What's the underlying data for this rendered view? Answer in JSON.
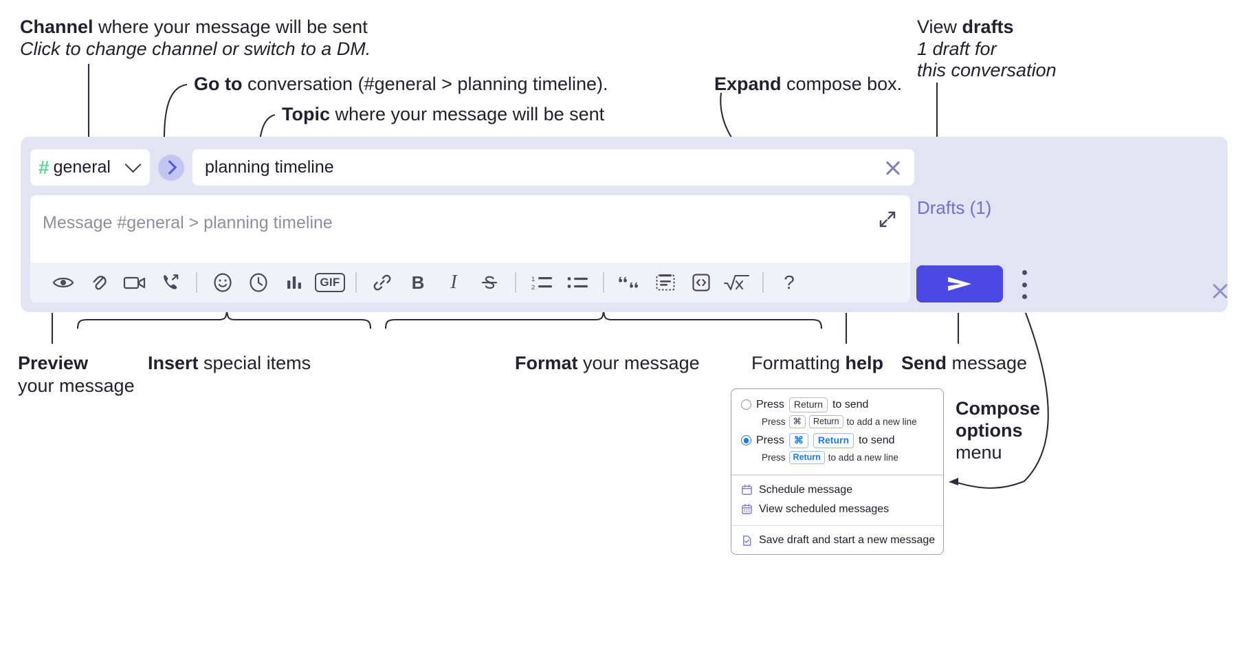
{
  "annotations": {
    "channel": {
      "bold": "Channel",
      "rest": " where your message will be sent",
      "italic": "Click to change channel or switch to a DM."
    },
    "goto": {
      "bold": "Go to",
      "rest": " conversation (#general > planning timeline)."
    },
    "topic": {
      "bold": "Topic",
      "rest": " where your message will be sent"
    },
    "expand": {
      "bold": "Expand",
      "rest": " compose box."
    },
    "drafts": {
      "bold_prefix": "View ",
      "bold": "drafts",
      "italic_l1": "1 draft for",
      "italic_l2": "this conversation"
    },
    "preview": {
      "bold": "Preview",
      "line2": "your message"
    },
    "insert": {
      "bold": "Insert",
      "rest": " special items"
    },
    "format": {
      "bold": "Format",
      "rest": " your message"
    },
    "help": {
      "prefix": "Formatting ",
      "bold": "help"
    },
    "send": {
      "bold": "Send",
      "rest": " message"
    },
    "compose_options": {
      "l1": "Compose",
      "l2": "options",
      "l3": "menu"
    }
  },
  "compose": {
    "channel": {
      "hash": "#",
      "name": "general",
      "chevron": "chevron-down-icon"
    },
    "goto_button": "go-to-conversation-button",
    "topic": {
      "value": "planning timeline",
      "clear": "clear-icon"
    },
    "message": {
      "placeholder": "Message #general > planning timeline",
      "expand": "expand-icon"
    },
    "drafts_link": "Drafts (1)",
    "send_button_icon": "send-paper-plane-icon",
    "kebab": "compose-options-kebab-icon",
    "panel_close": "close-icon",
    "toolbar": [
      {
        "name": "preview-icon",
        "type": "icon",
        "glyph": "eye"
      },
      {
        "name": "attach-file-icon",
        "type": "icon",
        "glyph": "paperclip"
      },
      {
        "name": "video-clip-icon",
        "type": "icon",
        "glyph": "video"
      },
      {
        "name": "audio-clip-icon",
        "type": "icon",
        "glyph": "phone"
      },
      {
        "name": "toolbar-divider-1",
        "type": "sep"
      },
      {
        "name": "emoji-icon",
        "type": "icon",
        "glyph": "smiley"
      },
      {
        "name": "reminder-clock-icon",
        "type": "icon",
        "glyph": "clock"
      },
      {
        "name": "poll-icon",
        "type": "icon",
        "glyph": "bars"
      },
      {
        "name": "gif-icon",
        "type": "gif",
        "label": "GIF"
      },
      {
        "name": "toolbar-divider-2",
        "type": "sep"
      },
      {
        "name": "link-icon",
        "type": "icon",
        "glyph": "link"
      },
      {
        "name": "bold-icon",
        "type": "text",
        "label": "B",
        "style": "bold"
      },
      {
        "name": "italic-icon",
        "type": "text",
        "label": "I",
        "style": "ital"
      },
      {
        "name": "strikethrough-icon",
        "type": "icon",
        "glyph": "strike"
      },
      {
        "name": "toolbar-divider-3",
        "type": "sep"
      },
      {
        "name": "ordered-list-icon",
        "type": "icon",
        "glyph": "ol"
      },
      {
        "name": "bulleted-list-icon",
        "type": "icon",
        "glyph": "ul"
      },
      {
        "name": "toolbar-divider-4",
        "type": "sep"
      },
      {
        "name": "blockquote-icon",
        "type": "icon",
        "glyph": "quote"
      },
      {
        "name": "code-block-icon",
        "type": "icon",
        "glyph": "codeblock"
      },
      {
        "name": "inline-code-icon",
        "type": "icon",
        "glyph": "code"
      },
      {
        "name": "math-icon",
        "type": "icon",
        "glyph": "sqrtx"
      },
      {
        "name": "toolbar-divider-5",
        "type": "sep"
      },
      {
        "name": "formatting-help-icon",
        "type": "text",
        "label": "?",
        "style": "help"
      }
    ]
  },
  "options_menu": {
    "option1": {
      "selected": false,
      "press": "Press",
      "key": "Return",
      "action": "to send",
      "sub_press": "Press",
      "sub_key1": "⌘",
      "sub_key2": "Return",
      "sub_action": "to add a new line"
    },
    "option2": {
      "selected": true,
      "press": "Press",
      "key1": "⌘",
      "key2": "Return",
      "action": "to send",
      "sub_press": "Press",
      "sub_key": "Return",
      "sub_action": "to add a new line"
    },
    "items": [
      {
        "icon": "calendar-icon",
        "label": "Schedule message"
      },
      {
        "icon": "calendar-grid-icon",
        "label": "View scheduled messages"
      },
      {
        "icon": "document-check-icon",
        "label": "Save draft and start a new message"
      }
    ]
  },
  "colors": {
    "panel_bg": "#e3e4f3",
    "accent_blue": "#4a49e4",
    "drafts_purple": "#6f70cf",
    "hash_green": "#5ed39e",
    "radio_blue": "#1d7afc",
    "menu_icon_purple": "#7b7ad4"
  }
}
